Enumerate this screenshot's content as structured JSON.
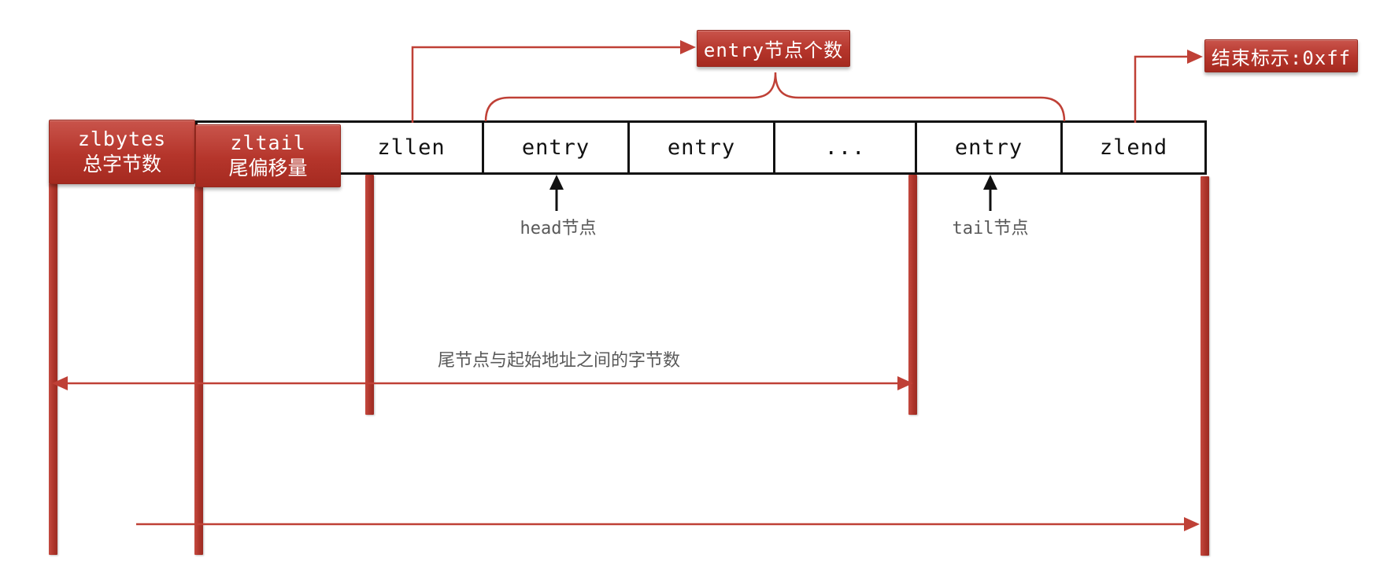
{
  "diagram": {
    "title_hint": "redis ziplist structure",
    "left_boxes": {
      "zlbytes": {
        "en": "zlbytes",
        "zh": "总字节数"
      },
      "zltail": {
        "en": "zltail",
        "zh": "尾偏移量"
      }
    },
    "cells": [
      "zllen",
      "entry",
      "entry",
      "...",
      "entry",
      "zlend"
    ],
    "callouts": {
      "entry_count": "entry节点个数",
      "end_marker": "结束标示:0xff"
    },
    "pointers": {
      "head": "head节点",
      "tail": "tail节点"
    },
    "measures": {
      "tail_offset": "尾节点与起始地址之间的字节数"
    },
    "colors": {
      "accent_red": "#b5352b",
      "red_line": "#bf4036",
      "box_gradient_top": "#c9544b",
      "box_gradient_bottom": "#a52a20",
      "border_black": "#121212",
      "gray_text": "#595959",
      "text_on_red": "#ffffff"
    }
  }
}
